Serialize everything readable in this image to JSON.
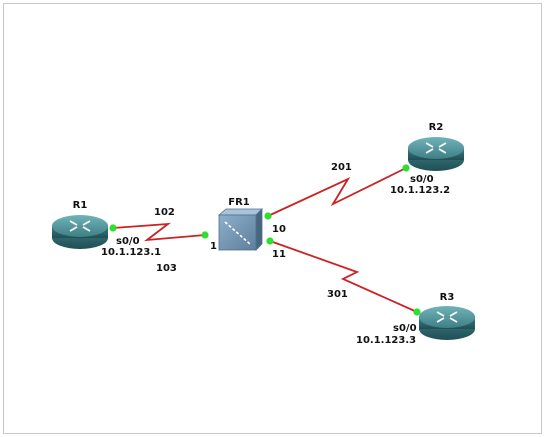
{
  "diagram": {
    "routers": {
      "r1": {
        "name": "R1",
        "interface": "s0/0",
        "ip": "10.1.123.1"
      },
      "r2": {
        "name": "R2",
        "interface": "s0/0",
        "ip": "10.1.123.2"
      },
      "r3": {
        "name": "R3",
        "interface": "s0/0",
        "ip": "10.1.123.3"
      }
    },
    "switch": {
      "name": "FR1"
    },
    "ports": {
      "fr1_to_r1": "1",
      "fr1_to_r2": "10",
      "fr1_to_r3": "11"
    },
    "dlci": {
      "r1_102": "102",
      "r1_103": "103",
      "r2_201": "201",
      "r3_301": "301"
    },
    "colors": {
      "link": "#cc2222",
      "port": "#2ee02e",
      "router": "#4f8f95",
      "switch": "#6f8fad"
    }
  }
}
